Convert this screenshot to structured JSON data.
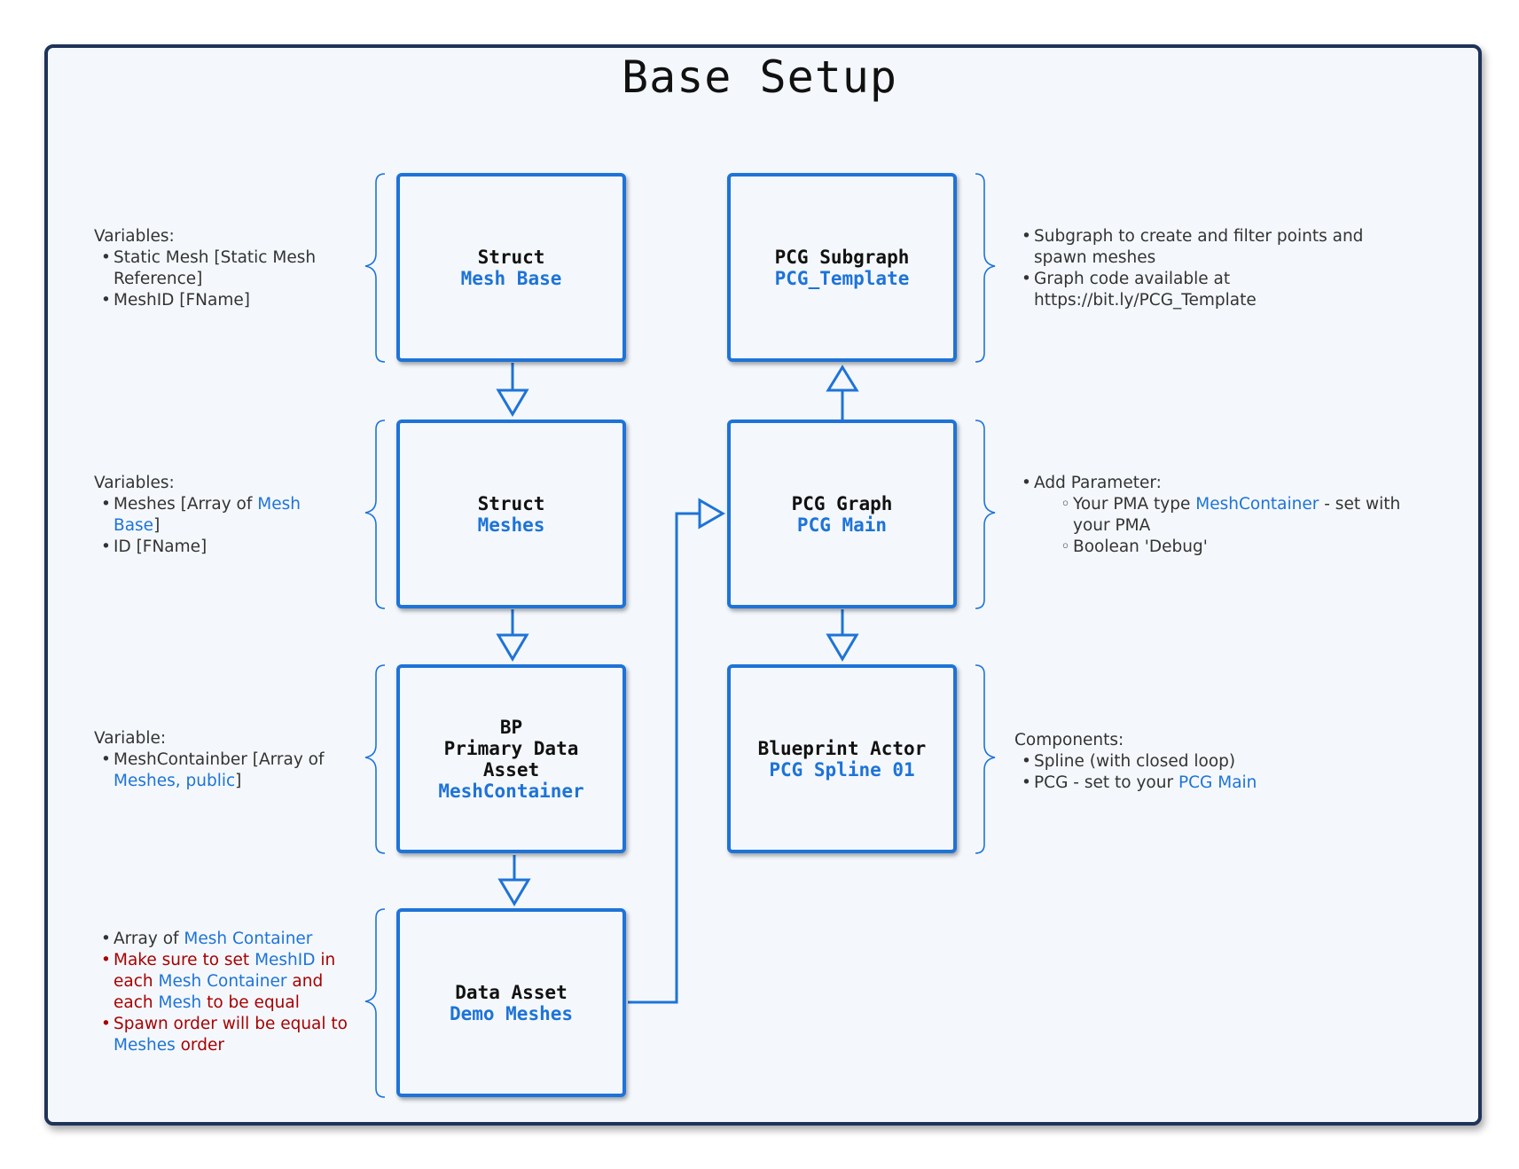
{
  "title": "Base Setup",
  "boxes": {
    "struct_mesh_base": {
      "line1": "Struct",
      "line2": "Mesh Base"
    },
    "struct_meshes": {
      "line1": "Struct",
      "line2": "Meshes"
    },
    "bp_pda": {
      "line1": "BP",
      "line2": "Primary Data",
      "line3": "Asset",
      "line4": "MeshContainer"
    },
    "data_asset": {
      "line1": "Data Asset",
      "line2": "Demo Meshes"
    },
    "pcg_subgraph": {
      "line1": "PCG Subgraph",
      "line2": "PCG_Template"
    },
    "pcg_graph": {
      "line1": "PCG Graph",
      "line2": "PCG Main"
    },
    "blueprint_actor": {
      "line1": "Blueprint Actor",
      "line2": "PCG Spline 01"
    }
  },
  "notes": {
    "mesh_base": {
      "heading": "Variables:",
      "items": [
        "Static Mesh [Static Mesh Reference]",
        "MeshID [FName]"
      ]
    },
    "meshes": {
      "heading": "Variables:",
      "item1_pre": "Meshes [Array of ",
      "item1_link": "Mesh Base",
      "item1_post": "]",
      "item2": "ID [FName]"
    },
    "mesh_container": {
      "heading": "Variable:",
      "item1_pre": "MeshContainber [Array of ",
      "item1_link": "Meshes, public",
      "item1_post": "]"
    },
    "data_asset": {
      "i1_pre": "Array of ",
      "i1_link": "Mesh Container",
      "i2_a": "Make sure to set ",
      "i2_b": "MeshID",
      "i2_c": " in each ",
      "i2_d": "Mesh Container",
      "i2_e": " and each ",
      "i2_f": "Mesh",
      "i2_g": " to be equal",
      "i3_a": "Spawn order will be equal to ",
      "i3_b": "Meshes",
      "i3_c": " order"
    },
    "subgraph": {
      "items": [
        "Subgraph to create and filter points and spawn meshes",
        "Graph code available at https://bit.ly/PCG_Template"
      ]
    },
    "pcg_graph": {
      "item1": "Add Parameter:",
      "sub1_pre": "Your PMA type ",
      "sub1_link": "MeshContainer",
      "sub1_post": " - set with your PMA",
      "sub2": "Boolean 'Debug'"
    },
    "blueprint": {
      "heading": "Components:",
      "item1": "Spline (with closed loop)",
      "item2_pre": "PCG - set to your ",
      "item2_link": "PCG Main"
    }
  },
  "colors": {
    "accent": "#1e73d8",
    "frame": "#1f3359",
    "background": "#f4f8fc",
    "warning": "#a80000",
    "text": "#333333"
  }
}
